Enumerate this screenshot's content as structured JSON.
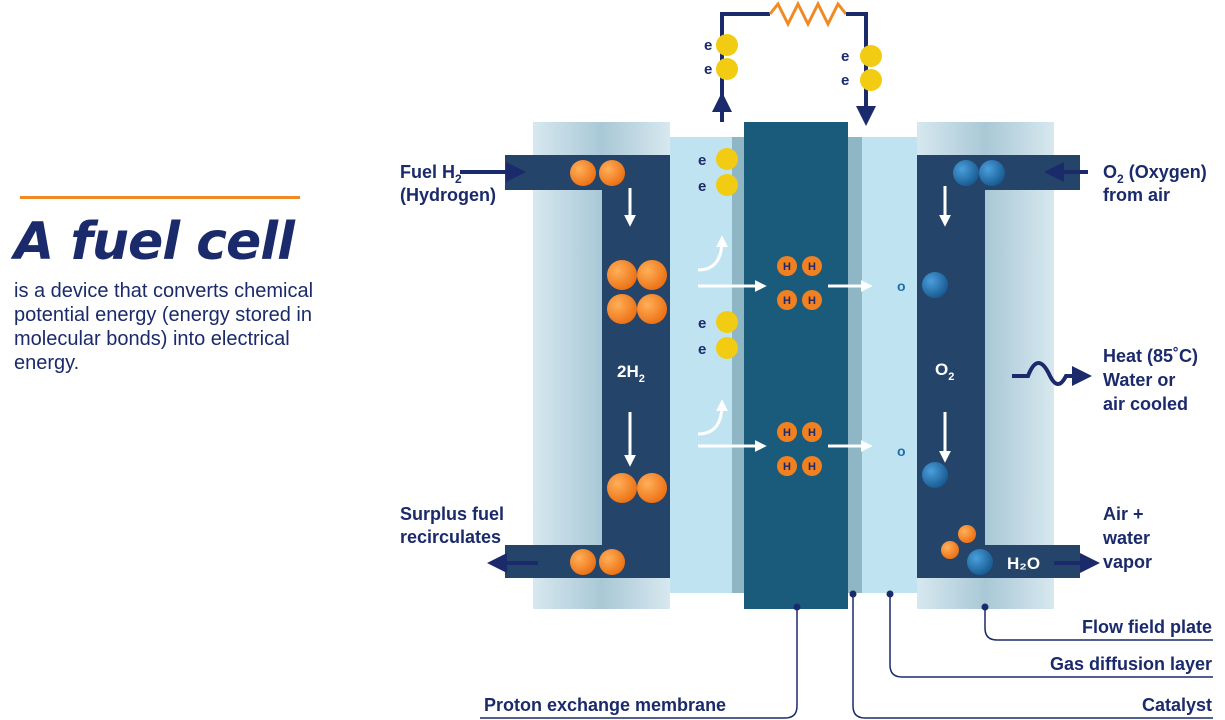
{
  "intro": {
    "title": "A fuel cell",
    "description": "is a device that converts chemical potential energy (energy stored in molecular bonds) into electrical energy."
  },
  "labels": {
    "fuel_h2_line1": "Fuel H",
    "fuel_h2_sub": "2",
    "fuel_h2_line2": "(Hydrogen)",
    "surplus_line1": "Surplus fuel",
    "surplus_line2": "recirculates",
    "oxygen_line1_pre": "O",
    "oxygen_sub": "2",
    "oxygen_line1_post": " (Oxygen)",
    "oxygen_line2": "from air",
    "heat_line1": "Heat (85˚C)",
    "heat_line2": "Water or",
    "heat_line3": "air  cooled",
    "air_line1": "Air +",
    "air_line2": "water",
    "air_line3": "vapor",
    "anode_h2": "2H",
    "anode_h2_sub": "2",
    "cathode_o2": "O",
    "cathode_o2_sub": "2",
    "water": "H₂O",
    "electron": "e",
    "oxygen_atom": "o",
    "hydrogen_atom": "H"
  },
  "legend": {
    "flow_field_plate": "Flow field plate",
    "gas_diffusion_layer": "Gas diffusion layer",
    "catalyst": "Catalyst",
    "proton_exchange_membrane": "Proton exchange membrane"
  },
  "colors": {
    "navy": "#1b2a6b",
    "accent": "#f08a24",
    "membrane": "#1a5a7a",
    "channel": "#24446a",
    "gas_layer": "#bfe3f0",
    "plate": "#b5d2de",
    "electron": "#f2cc12",
    "hydrogen": "#f08020",
    "oxygen": "#1f6fb0"
  }
}
